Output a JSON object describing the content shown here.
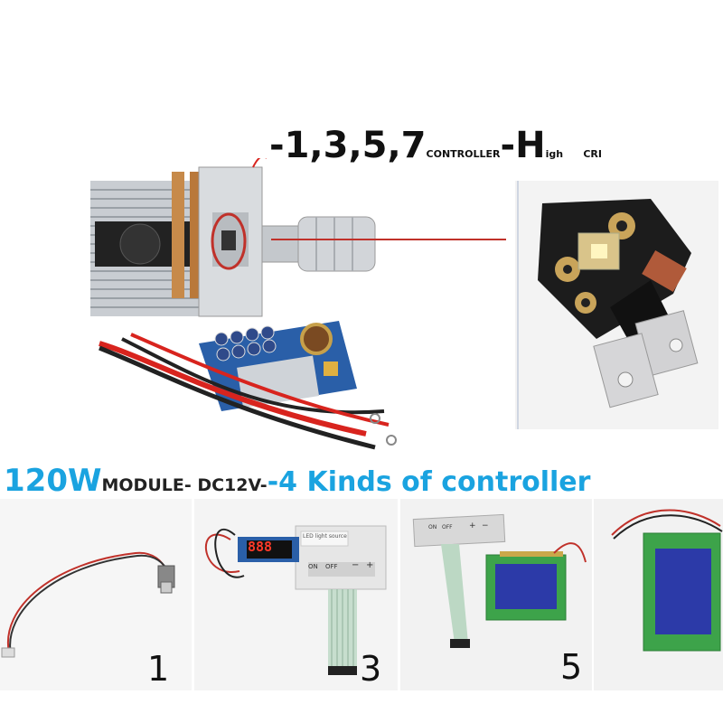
{
  "heading_top": {
    "prefix": "-1,3,5,7",
    "controller_word": "CONTROLLER",
    "dash_h": "-H",
    "igh": "igh",
    "cri": "CRI"
  },
  "heading_mid": {
    "watt": "120W",
    "module": "MODULE- DC12V-",
    "kinds": "-4 Kinds of controller"
  },
  "controller_numbers": {
    "one": "1",
    "three": "3",
    "five": "5"
  },
  "panel3": {
    "display_digits": "888",
    "keypad_title": "LED light source",
    "on": "ON",
    "off": "OFF",
    "minus": "−",
    "plus": "+"
  },
  "panel5": {
    "on": "ON",
    "off": "OFF",
    "plus": "+",
    "minus": "−"
  },
  "colors": {
    "accent_blue": "#1aa3e0",
    "pcb_blue": "#2a5fa8",
    "lcd_blue": "#2c3aa8",
    "pcb_green": "#3da34a",
    "wire_red": "#d8241e",
    "arrow_red": "#c0312a"
  }
}
